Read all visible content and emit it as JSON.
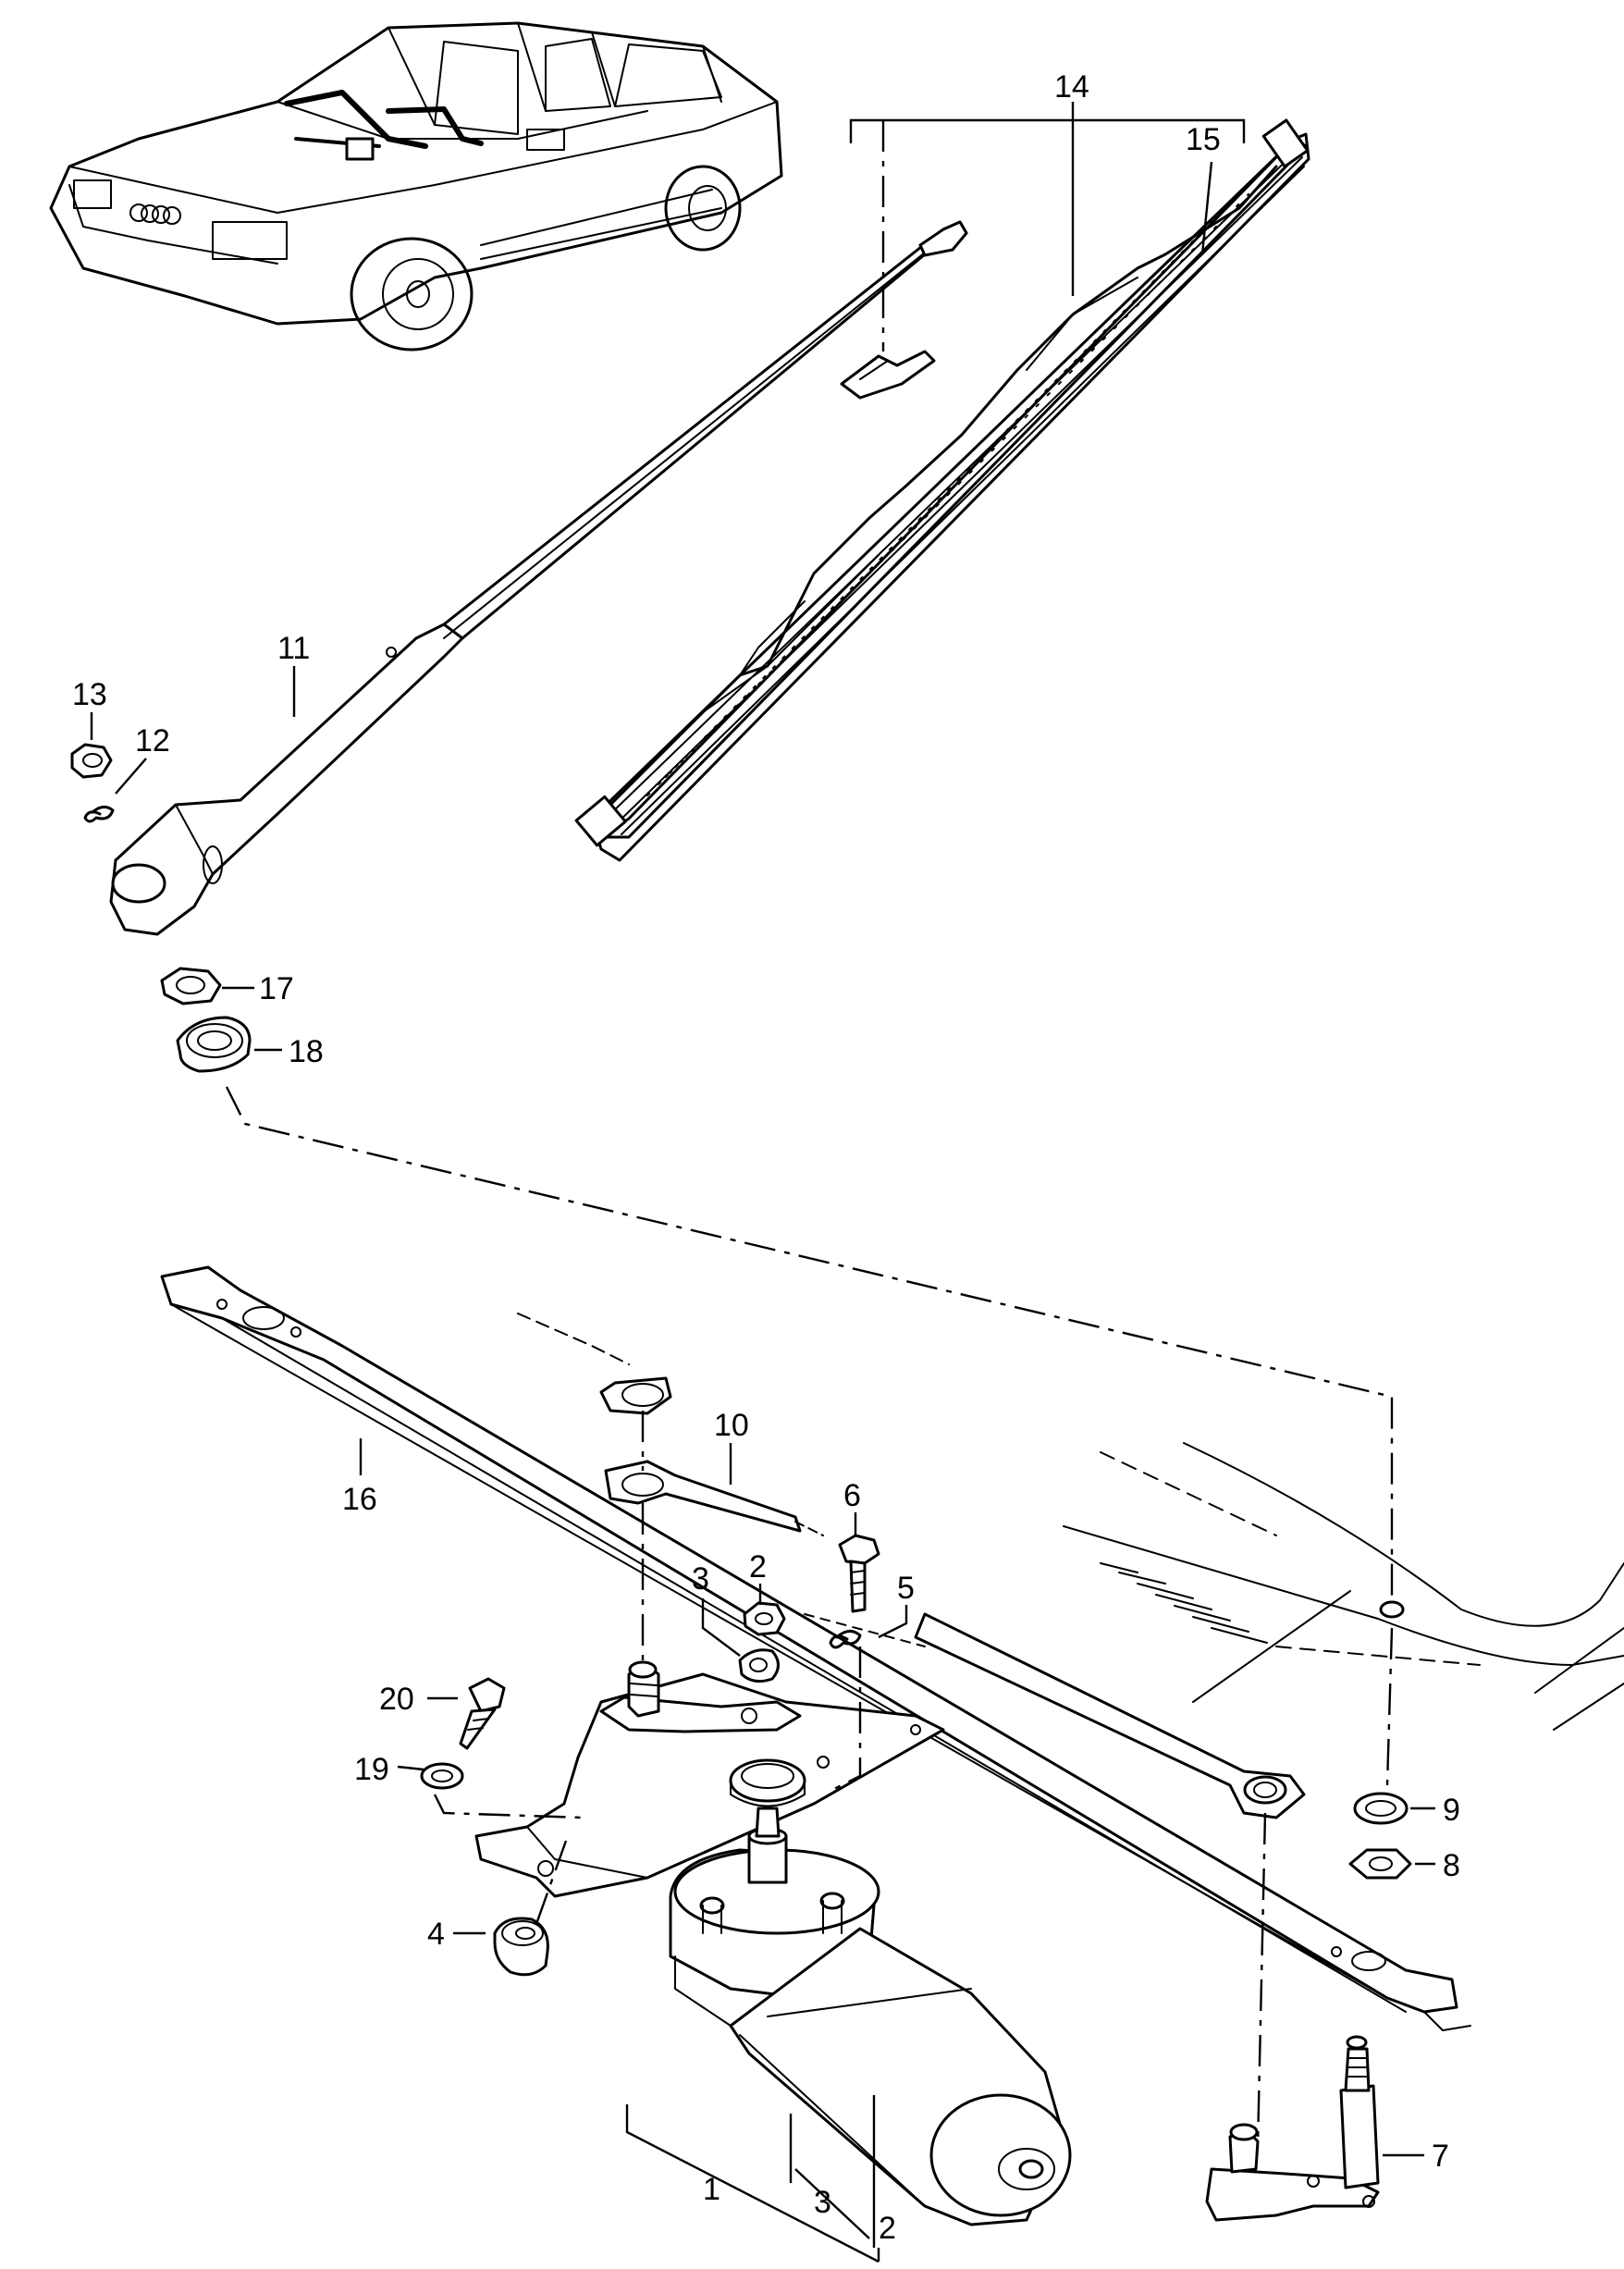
{
  "figure": {
    "callouts": [
      {
        "id": "1",
        "text": "1"
      },
      {
        "id": "2",
        "text": "2"
      },
      {
        "id": "3",
        "text": "3"
      },
      {
        "id": "4",
        "text": "4"
      },
      {
        "id": "5",
        "text": "5"
      },
      {
        "id": "6",
        "text": "6"
      },
      {
        "id": "7",
        "text": "7"
      },
      {
        "id": "8",
        "text": "8"
      },
      {
        "id": "9",
        "text": "9"
      },
      {
        "id": "10",
        "text": "10"
      },
      {
        "id": "11",
        "text": "11"
      },
      {
        "id": "12",
        "text": "12"
      },
      {
        "id": "13",
        "text": "13"
      },
      {
        "id": "14",
        "text": "14"
      },
      {
        "id": "15",
        "text": "15"
      },
      {
        "id": "16",
        "text": "16"
      },
      {
        "id": "17",
        "text": "17"
      },
      {
        "id": "18",
        "text": "18"
      },
      {
        "id": "19",
        "text": "19"
      },
      {
        "id": "20",
        "text": "20"
      }
    ],
    "ink_color": "#000000",
    "paper_color": "#ffffff"
  }
}
